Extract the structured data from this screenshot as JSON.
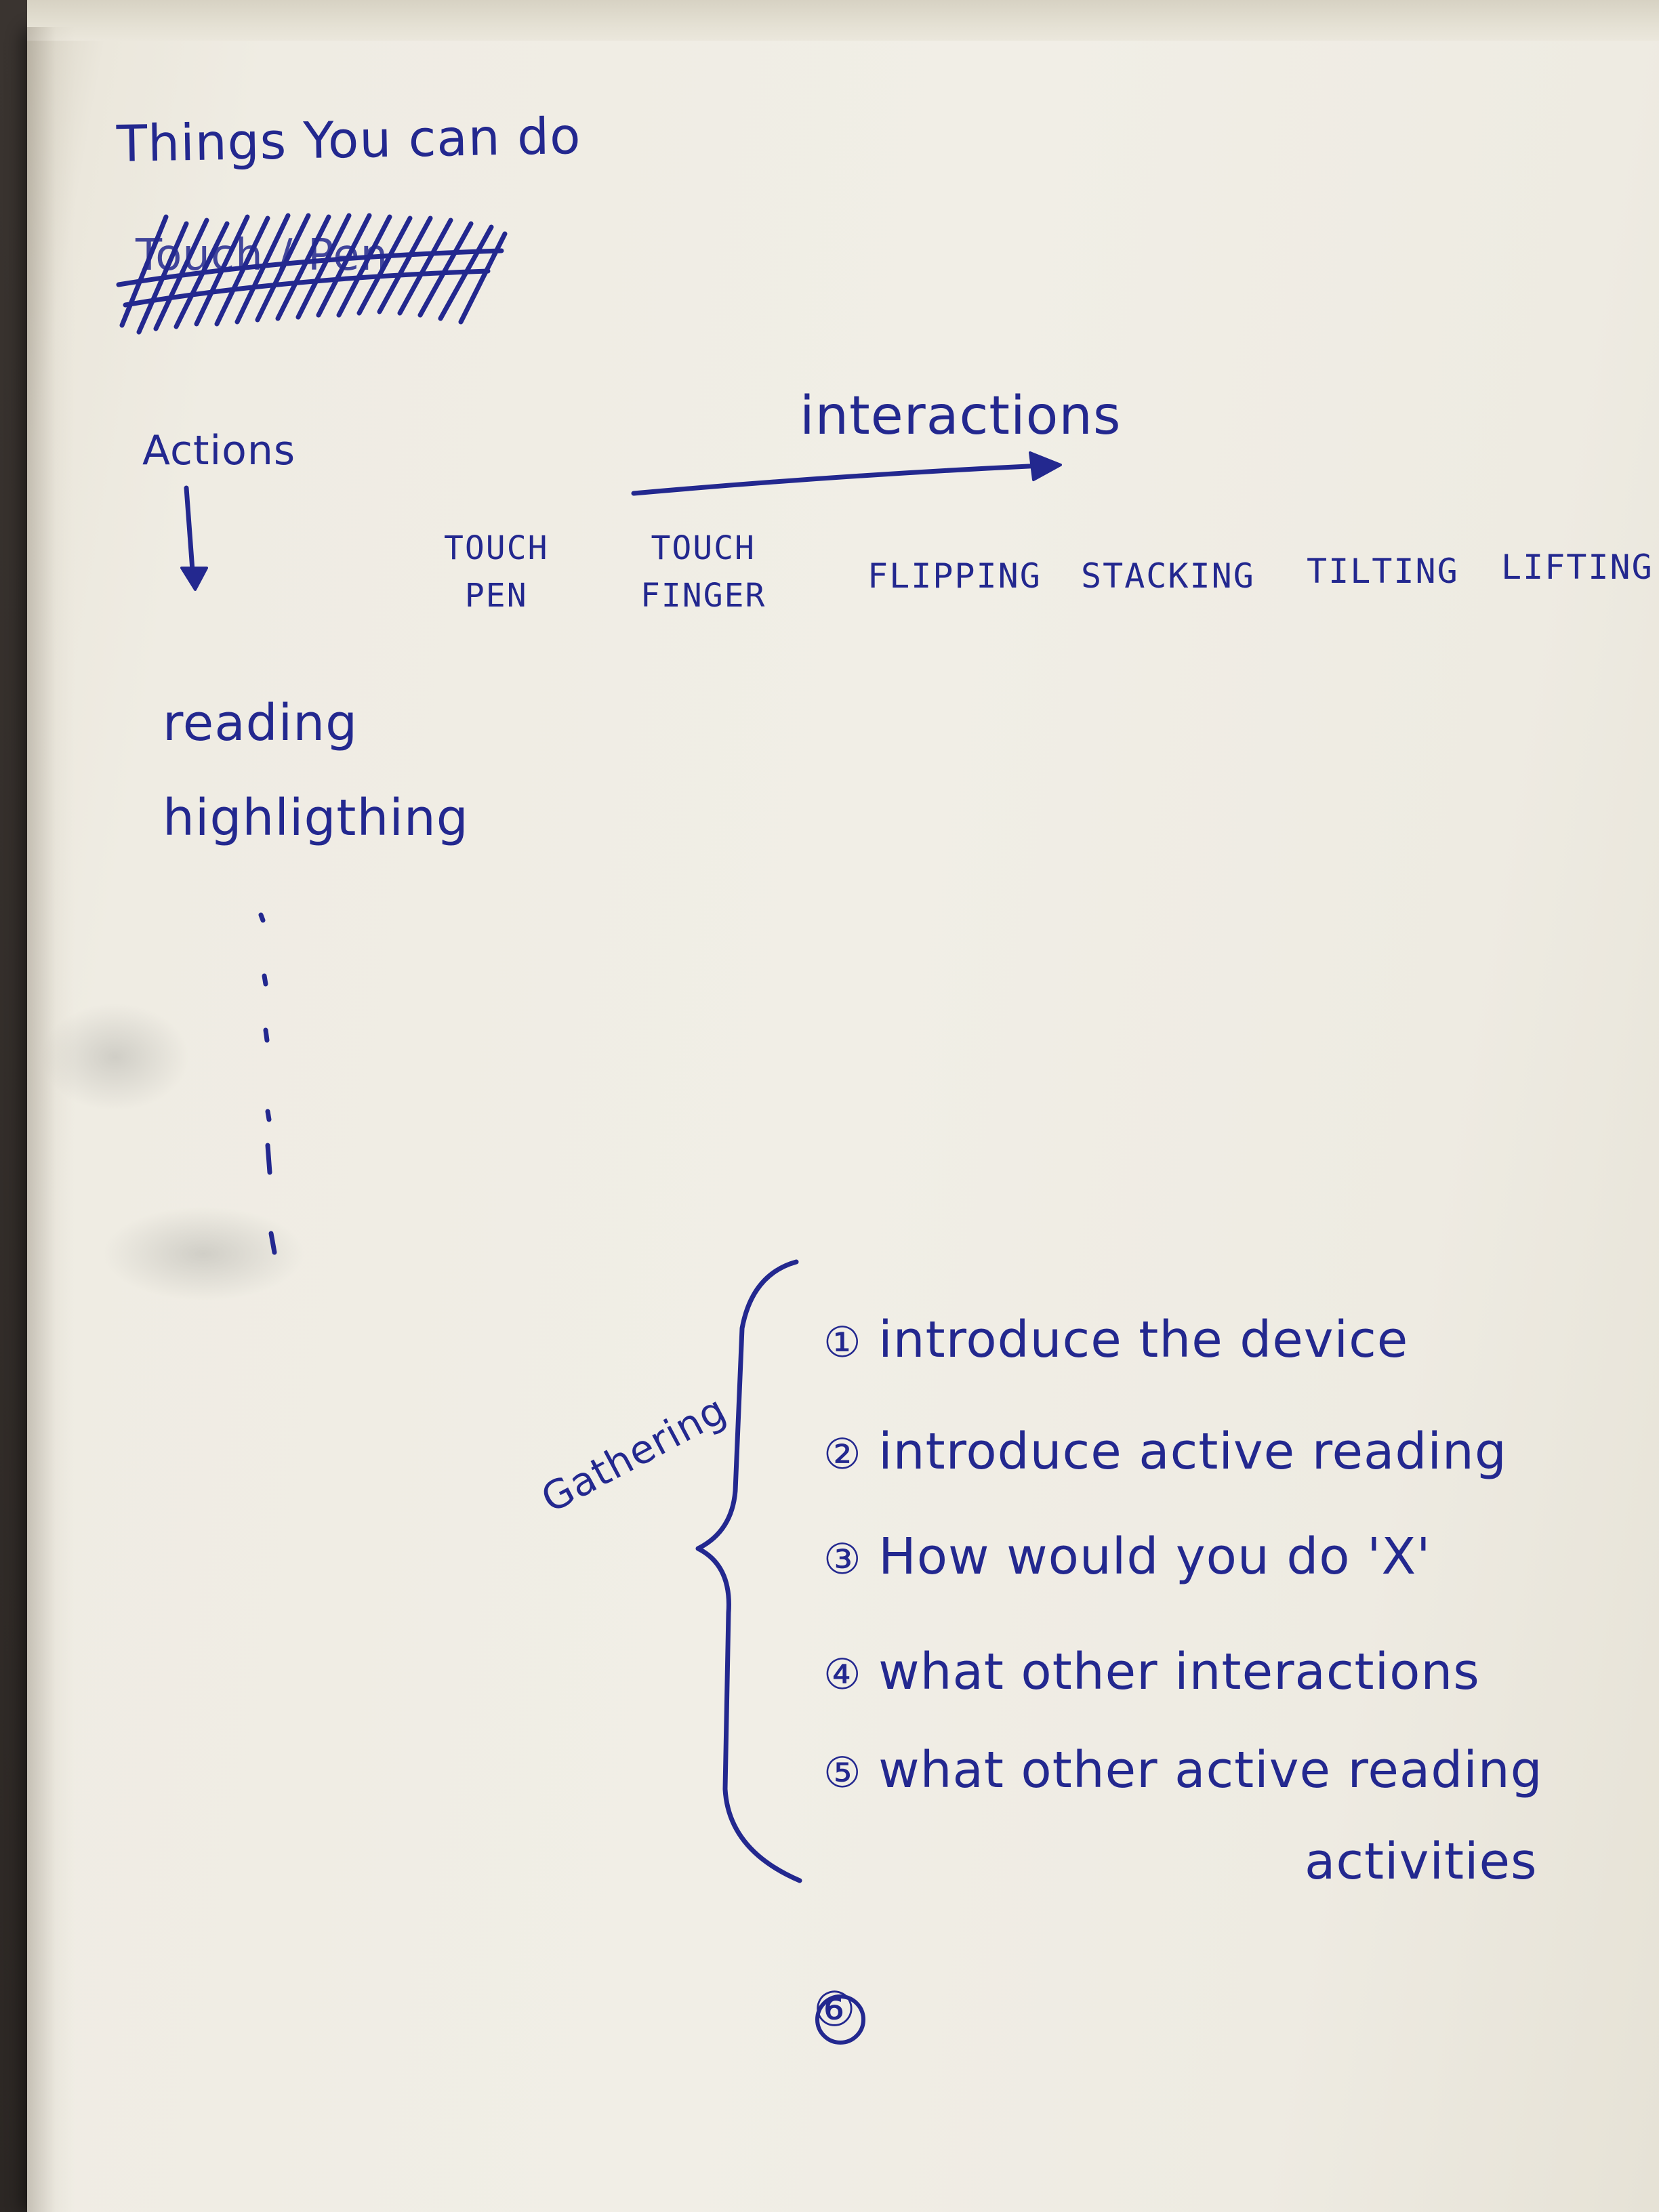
{
  "notes": {
    "title": "Things You can do",
    "scribbled_text": "Touch / Pen",
    "actions_label": "Actions",
    "interactions_label": "interactions",
    "interaction_columns": [
      {
        "line1": "TOUCH",
        "line2": "PEN"
      },
      {
        "line1": "TOUCH",
        "line2": "FINGER"
      },
      {
        "line1": "FLIPPING",
        "line2": ""
      },
      {
        "line1": "STACKING",
        "line2": ""
      },
      {
        "line1": "TILTING",
        "line2": ""
      },
      {
        "line1": "LIFTING",
        "line2": ""
      }
    ],
    "actions_list": [
      "reading",
      "highligthing"
    ],
    "bracket_label": "Gathering",
    "steps": [
      {
        "marker": "①",
        "text": "introduce the device"
      },
      {
        "marker": "②",
        "text": "introduce active reading"
      },
      {
        "marker": "③",
        "text": "How would you do 'X'"
      },
      {
        "marker": "④",
        "text": "what other interactions"
      },
      {
        "marker": "⑤",
        "text": "what other active reading"
      },
      {
        "marker": "",
        "text": "activities"
      }
    ],
    "trailing_marker": "⑥"
  },
  "colors": {
    "ink": "#23288f",
    "paper": "#f1eee6",
    "background": "#2a2624"
  }
}
